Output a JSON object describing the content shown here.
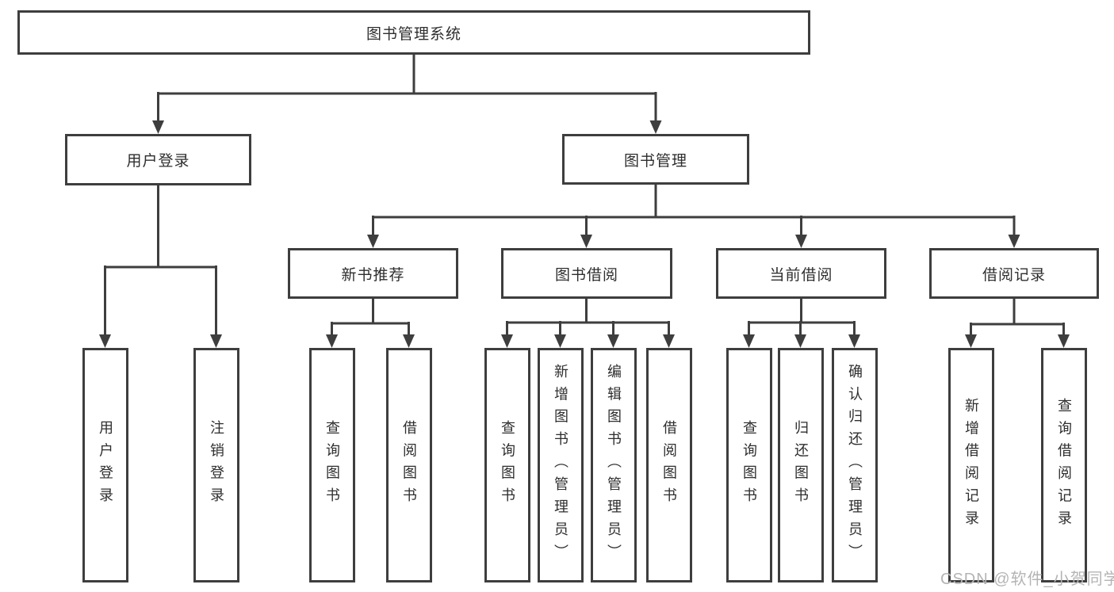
{
  "diagram": {
    "root": {
      "label": "图书管理系统"
    },
    "level2": [
      {
        "label": "用户登录"
      },
      {
        "label": "图书管理"
      }
    ],
    "level3": [
      {
        "label": "新书推荐",
        "parent": "图书管理"
      },
      {
        "label": "图书借阅",
        "parent": "图书管理"
      },
      {
        "label": "当前借阅",
        "parent": "图书管理"
      },
      {
        "label": "借阅记录",
        "parent": "图书管理"
      }
    ],
    "leaves": [
      {
        "label": "用户登录",
        "parent": "用户登录"
      },
      {
        "label": "注销登录",
        "parent": "用户登录"
      },
      {
        "label": "查询图书",
        "parent": "新书推荐"
      },
      {
        "label": "借阅图书",
        "parent": "新书推荐"
      },
      {
        "label": "查询图书",
        "parent": "图书借阅"
      },
      {
        "label": "新增图书（管理员）",
        "parent": "图书借阅"
      },
      {
        "label": "编辑图书（管理员）",
        "parent": "图书借阅"
      },
      {
        "label": "借阅图书",
        "parent": "图书借阅"
      },
      {
        "label": "查询图书",
        "parent": "当前借阅"
      },
      {
        "label": "归还图书",
        "parent": "当前借阅"
      },
      {
        "label": "确认归还（管理员）",
        "parent": "当前借阅"
      },
      {
        "label": "新增借阅记录",
        "parent": "借阅记录"
      },
      {
        "label": "查询借阅记录",
        "parent": "借阅记录"
      }
    ],
    "watermark": "CSDN @软件_小贺同学",
    "colors": {
      "line": "#3e3e3e",
      "text": "#2e2e2e",
      "watermark": "#b4b4b4",
      "background": "#ffffff"
    }
  }
}
